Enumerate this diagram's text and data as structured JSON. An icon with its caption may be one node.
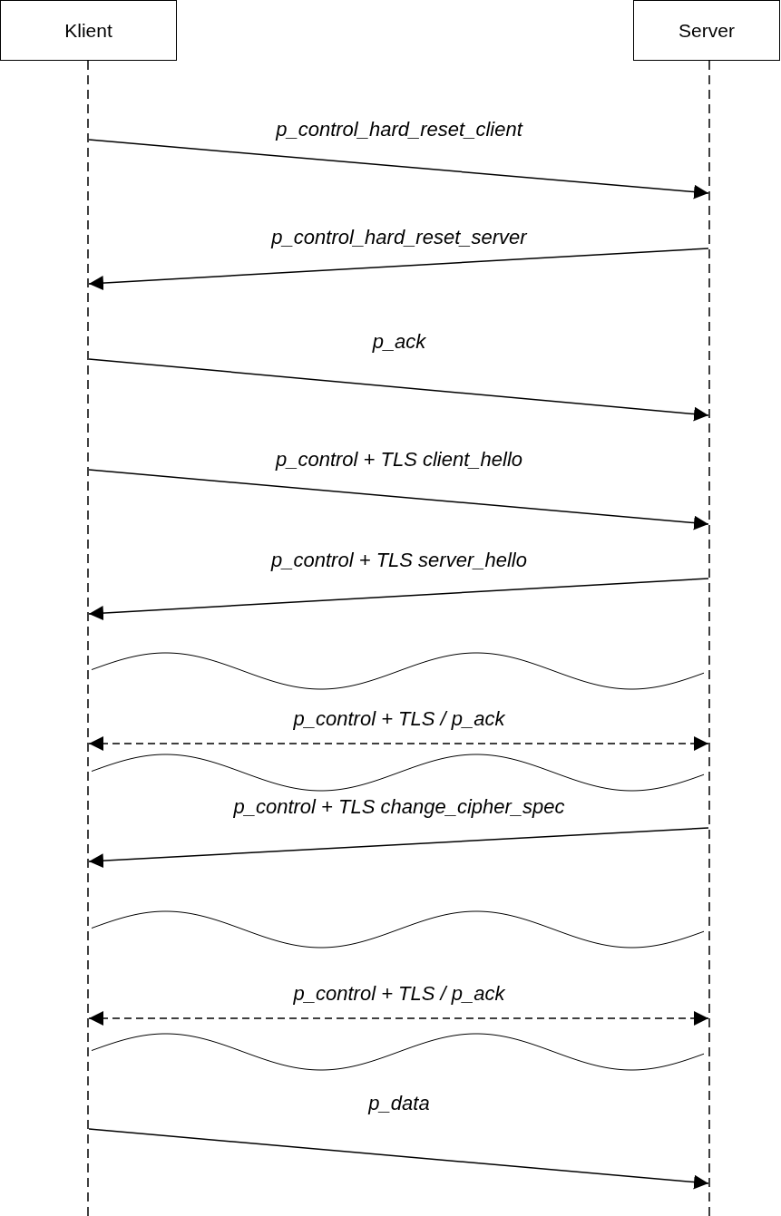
{
  "diagram": {
    "nodes": [
      {
        "text": [
          "Klient"
        ]
      },
      {
        "text": [
          "Server"
        ]
      },
      {
        "text": [],
        "shape": "line"
      },
      {
        "text": [],
        "shape": "line"
      }
    ],
    "edges": [
      {
        "from": 2,
        "to": 3,
        "arrow": "to",
        "label": "p_control_hard_reset_client"
      },
      {
        "from": 3,
        "to": 2,
        "arrow": "to",
        "label": "p_control_hard_reset_server"
      },
      {
        "from": 2,
        "to": 3,
        "arrow": "to",
        "label": "p_ack"
      },
      {
        "from": 2,
        "to": 3,
        "arrow": "to",
        "label": "p_control + TLS client_hello"
      },
      {
        "from": 3,
        "to": 2,
        "arrow": "to",
        "label": "p_control + TLS server_hello"
      },
      {
        "from": 2,
        "to": 3,
        "arrow": "both",
        "style": "dashed",
        "label": "p_control + TLS / p_ack"
      },
      {
        "from": 3,
        "to": 2,
        "arrow": "to",
        "label": "p_control + TLS change_cipher_spec"
      },
      {
        "from": 2,
        "to": 3,
        "arrow": "both",
        "style": "dashed",
        "label": "p_control + TLS / p_ack"
      },
      {
        "from": 2,
        "to": 3,
        "arrow": "to",
        "label": "p_data"
      }
    ]
  }
}
